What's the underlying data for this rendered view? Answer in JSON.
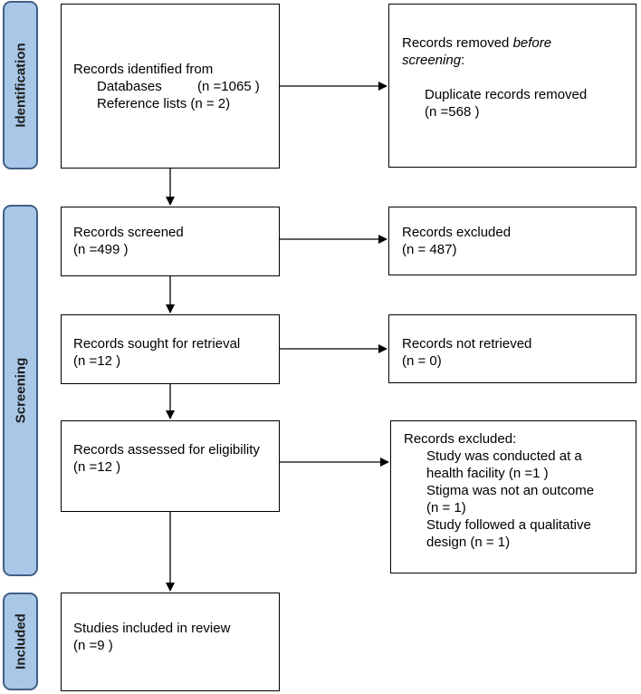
{
  "phases": {
    "identification": "Identification",
    "screening": "Screening",
    "included": "Included"
  },
  "boxes": {
    "identified": {
      "line1": "Records identified from",
      "line2a": "Databases",
      "line2b": "(n =1065 )",
      "line3": "Reference lists (n = 2)"
    },
    "removed": {
      "line1": "Records removed ",
      "line1_italic": "before",
      "line2_italic": "screening",
      "line2_rest": ":",
      "line3": "Duplicate records removed",
      "line4": "(n =568 )"
    },
    "screened": {
      "line1": "Records screened",
      "line2": "(n =499 )"
    },
    "excluded": {
      "line1": "Records excluded",
      "line2": "(n = 487)"
    },
    "sought": {
      "line1": "Records sought for retrieval",
      "line2": "(n =12 )"
    },
    "not_retrieved": {
      "line1": "Records not retrieved",
      "line2": "(n = 0)"
    },
    "assessed": {
      "line1": "Records assessed for eligibility",
      "line2": "(n =12 )"
    },
    "excluded_reasons": {
      "line1": "Records excluded:",
      "line2": "Study was conducted at a",
      "line3": "health facility (n =1 )",
      "line4": "Stigma was not an outcome",
      "line5": "(n = 1)",
      "line6": "Study followed a qualitative",
      "line7": "design (n = 1)"
    },
    "included": {
      "line1": "Studies included in review",
      "line2": "(n =9 )"
    }
  }
}
